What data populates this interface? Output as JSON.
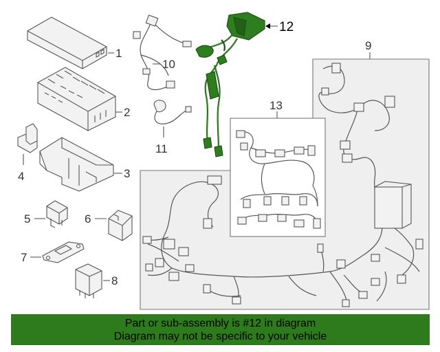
{
  "diagram": {
    "callouts": {
      "c1": "1",
      "c2": "2",
      "c3": "3",
      "c4": "4",
      "c5": "5",
      "c6": "6",
      "c7": "7",
      "c8": "8",
      "c9": "9",
      "c10": "10",
      "c11": "11",
      "c12": "12",
      "c13": "13"
    },
    "highlighted_part": "12",
    "highlight_color": "#2e7d1f"
  },
  "banner": {
    "line1": "Part or sub-assembly is #12 in diagram",
    "line2": "Diagram may not be specific to your vehicle",
    "background": "#2d7b1c"
  }
}
